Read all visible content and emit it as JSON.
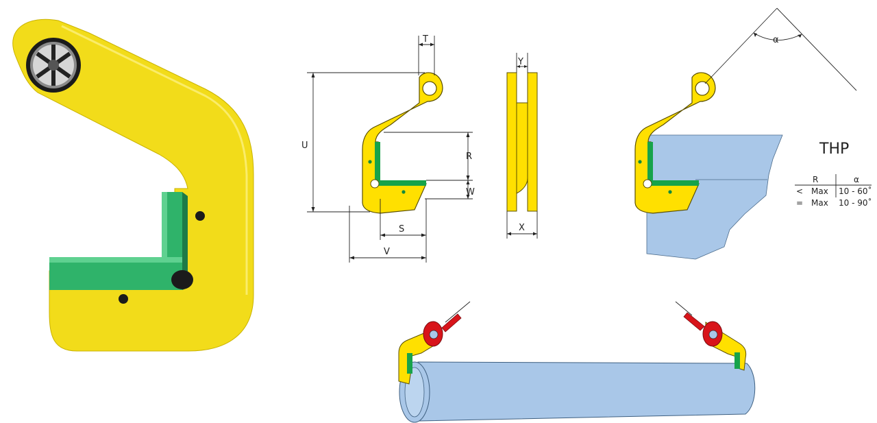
{
  "colors": {
    "clamp_yellow": "#f5dc00",
    "clamp_outline": "#3a3300",
    "pad_green": "#17a34a",
    "pad_green_photo": "#2fb36a",
    "load_blue": "#a9c7e8",
    "shackle_red": "#d8141a",
    "line": "#222222"
  },
  "dimensions": {
    "T": "T",
    "U": "U",
    "R": "R",
    "W": "W",
    "S": "S",
    "V": "V",
    "Y": "Y",
    "X": "X"
  },
  "angle_symbol": "α",
  "model": "THP",
  "table": {
    "headers": [
      "R",
      "α"
    ],
    "rows": [
      {
        "sign": "<",
        "r": "Max",
        "alpha": "10 - 60˚"
      },
      {
        "sign": "=",
        "r": "Max",
        "alpha": "10 - 90˚"
      }
    ]
  }
}
